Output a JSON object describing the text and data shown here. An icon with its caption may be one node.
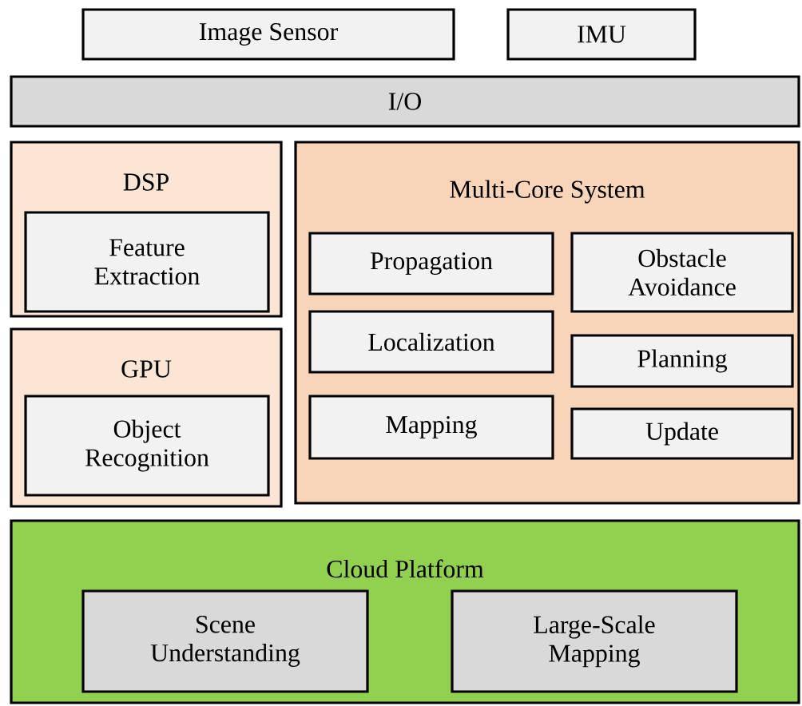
{
  "diagram": {
    "nodes": [
      {
        "text": [
          "Image Sensor"
        ]
      },
      {
        "text": [
          "IMU"
        ]
      },
      {
        "text": [
          "I/O"
        ]
      },
      {
        "text": [
          "DSP"
        ]
      },
      {
        "text": [
          "Feature Extraction"
        ],
        "in": 3
      },
      {
        "text": [
          "Multi-Core System"
        ]
      },
      {
        "text": [
          "Propagation"
        ],
        "in": 5
      },
      {
        "text": [
          "Obstacle Avoidance"
        ],
        "in": 5
      },
      {
        "text": [
          "Localization"
        ],
        "in": 5
      },
      {
        "text": [
          "Planning"
        ],
        "in": 5
      },
      {
        "text": [
          "Mapping"
        ],
        "in": 5
      },
      {
        "text": [
          "Update"
        ],
        "in": 5
      },
      {
        "text": [
          "GPU"
        ]
      },
      {
        "text": [
          "Object Recognition"
        ],
        "in": 12
      },
      {
        "text": [
          "Cloud Platform"
        ]
      },
      {
        "text": [
          "Scene Understanding"
        ],
        "in": 14
      },
      {
        "text": [
          "Large-Scale Mapping"
        ],
        "in": 14
      }
    ]
  }
}
